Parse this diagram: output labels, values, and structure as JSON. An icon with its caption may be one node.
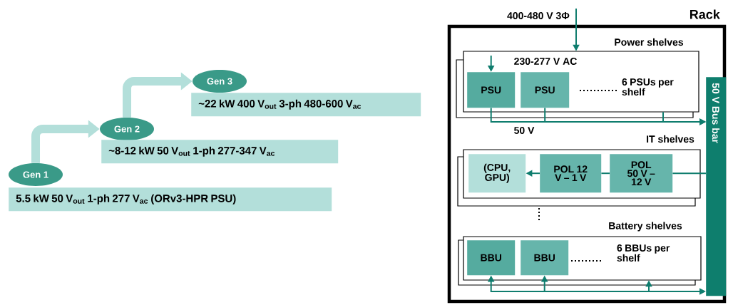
{
  "diagram": {
    "nodes": [
      {
        "text": [
          "Gen 1"
        ]
      },
      {
        "text": [
          "Gen 2"
        ]
      },
      {
        "text": [
          "Gen 3"
        ]
      },
      {
        "text": [
          "5.5 kW 50 V$_{out}$ 1-ph 277 V$_{ac}$ (ORv3-HPR PSU)"
        ]
      },
      {
        "text": [
          "~8-12 kW 50 V$_{out}$ 1-ph 277-347 V$_{ac}$"
        ]
      },
      {
        "text": [
          "~22 kW 400 V$_{out}$ 3-ph 480-600 V$_{ac}$"
        ]
      },
      {
        "text": [
          "Rack"
        ]
      },
      {
        "text": [
          "Power shelves",
          "230-277 V AC",
          "6 PSUs per shelf"
        ],
        "in": 6
      },
      {
        "text": [
          "PSU"
        ],
        "in": 7
      },
      {
        "text": [
          "PSU"
        ],
        "in": 7
      },
      {
        "text": [
          "IT shelves"
        ],
        "in": 6
      },
      {
        "text": [
          "(CPU, GPU)"
        ],
        "in": 10
      },
      {
        "text": [
          "POL 12 V – 1 V"
        ],
        "in": 10
      },
      {
        "text": [
          "POL 50 V – 12 V"
        ],
        "in": 10
      },
      {
        "text": [
          "Battery shelves",
          "6 BBUs per shelf"
        ],
        "in": 6
      },
      {
        "text": [
          "BBU"
        ],
        "in": 14
      },
      {
        "text": [
          "BBU"
        ],
        "in": 14
      },
      {
        "text": [
          "50 V Bus bar"
        ],
        "in": 6
      }
    ],
    "edges": [
      {
        "from": 0,
        "to": 1,
        "arrow": "to",
        "style": "thick",
        "color": "#b3dfda"
      },
      {
        "from": 1,
        "to": 2,
        "arrow": "to",
        "style": "thick",
        "color": "#b3dfda"
      },
      {
        "from": null,
        "to": 7,
        "arrow": "to",
        "label": "400-480 V 3Φ"
      },
      {
        "from": null,
        "to": 8,
        "arrow": "to"
      },
      {
        "from": 8,
        "to": 17,
        "arrow": "to",
        "label": "50 V"
      },
      {
        "from": 9,
        "to": 17,
        "arrow": "to"
      },
      {
        "from": 7,
        "to": 17,
        "arrow": "to"
      },
      {
        "from": 17,
        "to": 13,
        "arrow": "none"
      },
      {
        "from": 13,
        "to": 12,
        "arrow": "none"
      },
      {
        "from": 12,
        "to": 11,
        "arrow": "to"
      },
      {
        "from": 17,
        "to": 15,
        "arrow": "to"
      },
      {
        "from": 17,
        "to": 16,
        "arrow": "to"
      },
      {
        "from": 14,
        "to": 17,
        "arrow": "both"
      }
    ]
  }
}
